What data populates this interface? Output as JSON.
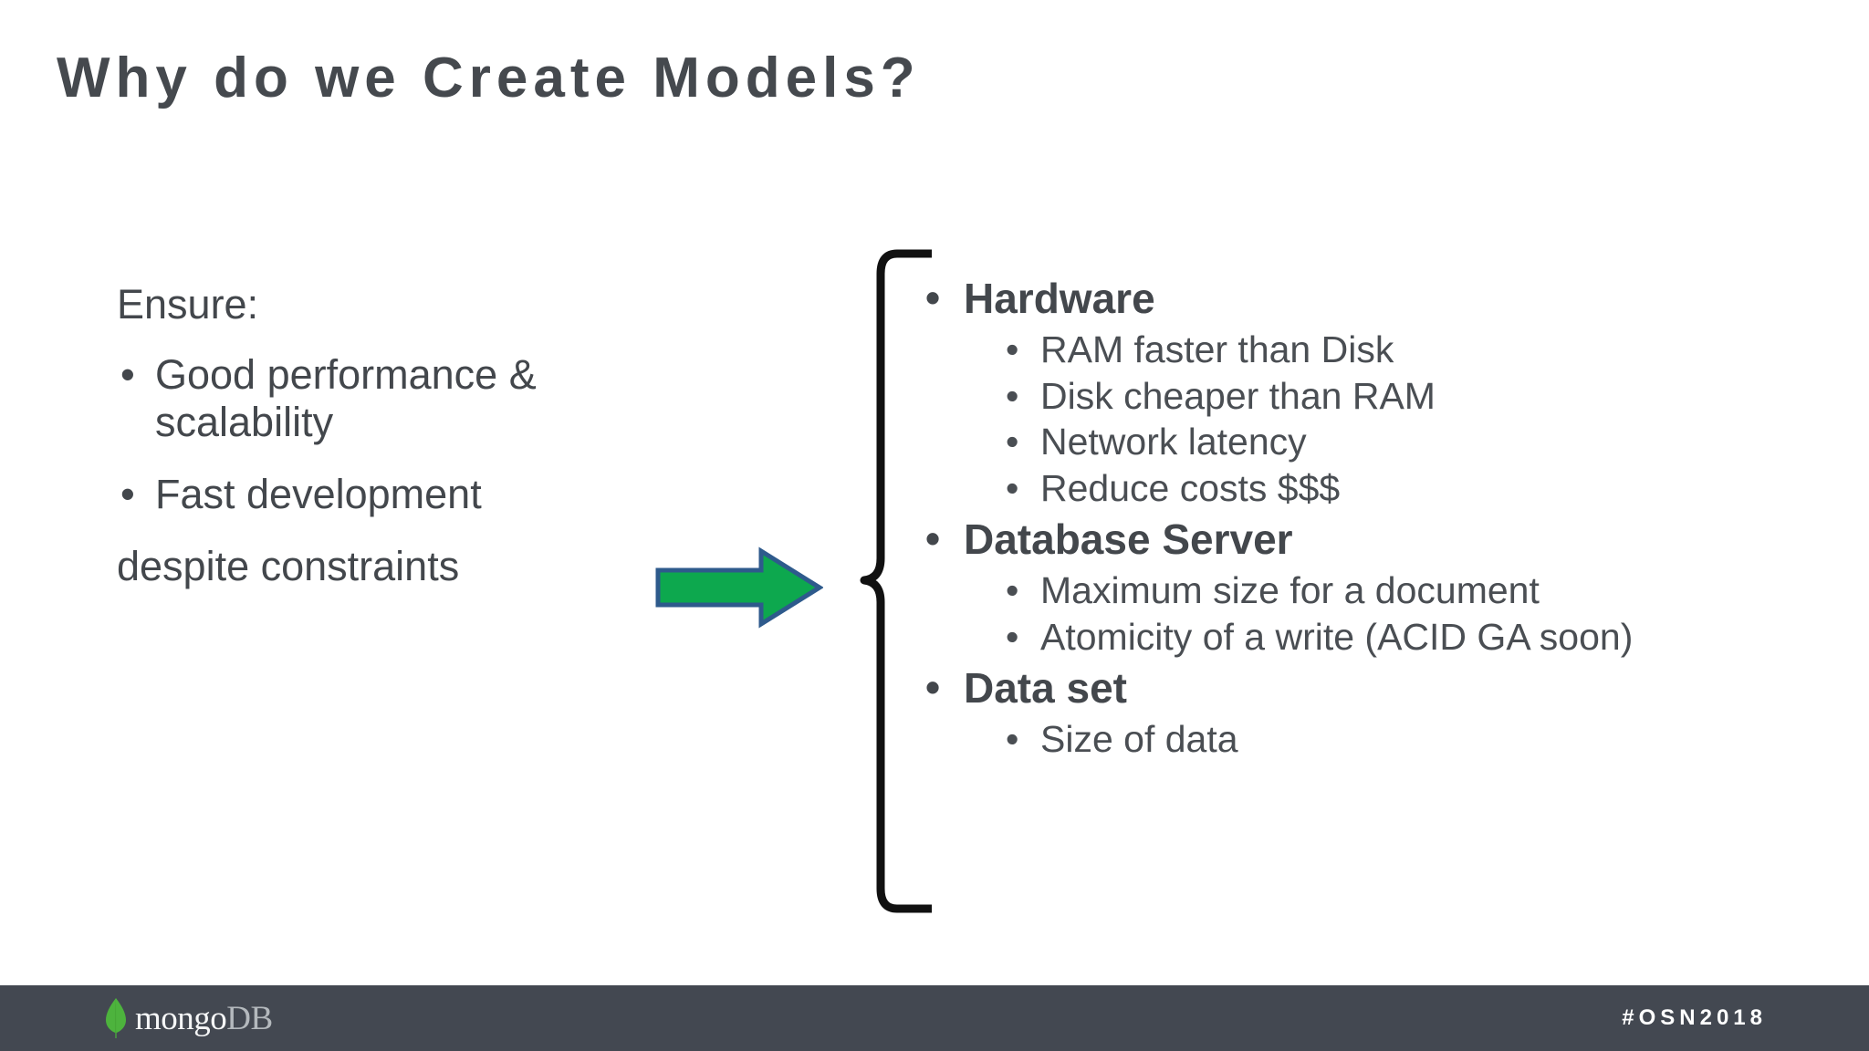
{
  "slide": {
    "title": "Why do we Create Models?",
    "background_color": "#ffffff",
    "text_color": "#43474c"
  },
  "left_panel": {
    "lead": "Ensure:",
    "bullets": [
      "Good performance & scalability",
      "Fast development"
    ],
    "tail": "despite constraints",
    "bullet_glyph": "•"
  },
  "arrow": {
    "name": "right-arrow",
    "fill_color": "#0DA84E",
    "stroke_color": "#2E5A8C"
  },
  "brace": {
    "name": "left-curly-brace",
    "stroke_color": "#111111"
  },
  "right_panel": {
    "bullet_glyph": "•",
    "groups": [
      {
        "heading": "Hardware",
        "items": [
          "RAM faster than Disk",
          "Disk cheaper than RAM",
          "Network latency",
          "Reduce costs $$$"
        ]
      },
      {
        "heading": "Database Server",
        "items": [
          "Maximum size for a document",
          "Atomicity of a write (ACID GA soon)"
        ]
      },
      {
        "heading": "Data set",
        "items": [
          "Size of data"
        ]
      }
    ]
  },
  "footer": {
    "background_color": "#434851",
    "logo": {
      "leaf_color": "#4DB33D",
      "wordmark_primary": "mongo",
      "wordmark_secondary": "DB"
    },
    "hashtag": "#OSN2018"
  }
}
